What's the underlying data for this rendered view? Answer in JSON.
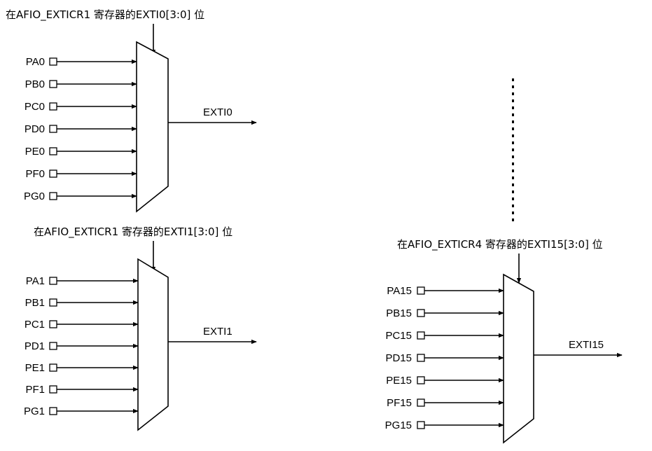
{
  "separator": {
    "style": "dotted"
  },
  "muxes": [
    {
      "id": "exti0",
      "title": "在AFIO_EXTICR1 寄存器的EXTI0[3:0] 位",
      "inputs": [
        "PA0",
        "PB0",
        "PC0",
        "PD0",
        "PE0",
        "PF0",
        "PG0"
      ],
      "output": "EXTI0"
    },
    {
      "id": "exti1",
      "title": "在AFIO_EXTICR1 寄存器的EXTI1[3:0] 位",
      "inputs": [
        "PA1",
        "PB1",
        "PC1",
        "PD1",
        "PE1",
        "PF1",
        "PG1"
      ],
      "output": "EXTI1"
    },
    {
      "id": "exti15",
      "title": "在AFIO_EXTICR4 寄存器的EXTI15[3:0] 位",
      "inputs": [
        "PA15",
        "PB15",
        "PC15",
        "PD15",
        "PE15",
        "PF15",
        "PG15"
      ],
      "output": "EXTI15"
    }
  ]
}
